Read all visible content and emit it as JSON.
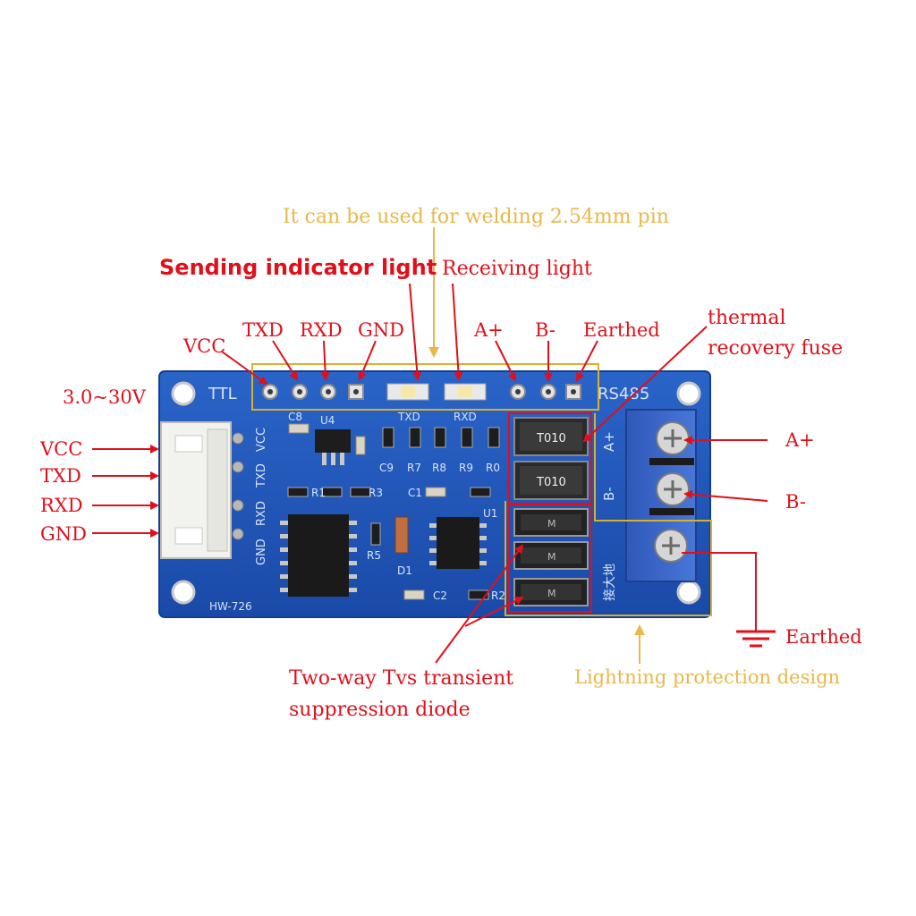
{
  "annotations": {
    "welding_note": "It can be used for welding 2.54mm pin",
    "sending_light": "Sending indicator light",
    "receiving_light": "Receiving light",
    "top_vcc": "VCC",
    "top_txd": "TXD",
    "top_rxd": "RXD",
    "top_gnd": "GND",
    "top_a_plus": "A+",
    "top_b_minus": "B-",
    "top_earthed": "Earthed",
    "thermal_fuse_line1": "thermal",
    "thermal_fuse_line2": "recovery fuse",
    "voltage_range": "3.0~30V",
    "left_vcc": "VCC",
    "left_txd": "TXD",
    "left_rxd": "RXD",
    "left_gnd": "GND",
    "right_a_plus": "A+",
    "right_b_minus": "B-",
    "bottom_earthed": "Earthed",
    "tvs_line1": "Two-way Tvs transient",
    "tvs_line2": "suppression diode",
    "lightning_protection": "Lightning protection design"
  },
  "board_silkscreen": {
    "ttl": "TTL",
    "rs485": "RS485",
    "model": "HW-726",
    "txd_led": "TXD",
    "rxd_led": "RXD",
    "conn_vcc": "VCC",
    "conn_txd": "TXD",
    "conn_rxd": "RXD",
    "conn_gnd": "GND",
    "c8": "C8",
    "u4": "U4",
    "c9": "C9",
    "r7": "R7",
    "r8": "R8",
    "r9": "R9",
    "r0": "R0",
    "r1": "R1",
    "r3": "R3",
    "c1": "C1",
    "u1": "U1",
    "r5": "R5",
    "d1": "D1",
    "c2": "C2",
    "r2": "R2",
    "fuse_mark": "T010",
    "tvs_mark": "M",
    "term_a_plus": "A+",
    "term_b_minus": "B-",
    "earth_cn": "接大地"
  },
  "colors": {
    "red_text": "#e0101a",
    "gold_text": "#e8b84a",
    "gold_line": "#d8b030",
    "pcb": "#1a4fb0",
    "terminal": "#3a62c8",
    "arrow": "#e0101a"
  }
}
